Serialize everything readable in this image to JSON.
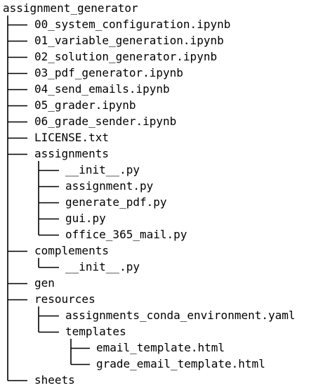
{
  "tree": {
    "root": "assignment_generator",
    "items": [
      {
        "label": "00_system_configuration.ipynb",
        "depth": 1,
        "last": false
      },
      {
        "label": "01_variable_generation.ipynb",
        "depth": 1,
        "last": false
      },
      {
        "label": "02_solution_generator.ipynb",
        "depth": 1,
        "last": false
      },
      {
        "label": "03_pdf_generator.ipynb",
        "depth": 1,
        "last": false
      },
      {
        "label": "04_send_emails.ipynb",
        "depth": 1,
        "last": false
      },
      {
        "label": "05_grader.ipynb",
        "depth": 1,
        "last": false
      },
      {
        "label": "06_grade_sender.ipynb",
        "depth": 1,
        "last": false
      },
      {
        "label": "LICENSE.txt",
        "depth": 1,
        "last": false
      },
      {
        "label": "assignments",
        "depth": 1,
        "last": false
      },
      {
        "label": "__init__.py",
        "depth": 2,
        "last": false
      },
      {
        "label": "assignment.py",
        "depth": 2,
        "last": false
      },
      {
        "label": "generate_pdf.py",
        "depth": 2,
        "last": false
      },
      {
        "label": "gui.py",
        "depth": 2,
        "last": false
      },
      {
        "label": "office_365_mail.py",
        "depth": 2,
        "last": true
      },
      {
        "label": "complements",
        "depth": 1,
        "last": false
      },
      {
        "label": "__init__.py",
        "depth": 2,
        "last": true
      },
      {
        "label": "gen",
        "depth": 1,
        "last": false
      },
      {
        "label": "resources",
        "depth": 1,
        "last": false
      },
      {
        "label": "assignments_conda_environment.yaml",
        "depth": 2,
        "last": false
      },
      {
        "label": "templates",
        "depth": 2,
        "last": true
      },
      {
        "label": "email_template.html",
        "depth": 3,
        "last": false
      },
      {
        "label": "grade_email_template.html",
        "depth": 3,
        "last": true
      },
      {
        "label": "sheets",
        "depth": 1,
        "last": true
      }
    ]
  }
}
